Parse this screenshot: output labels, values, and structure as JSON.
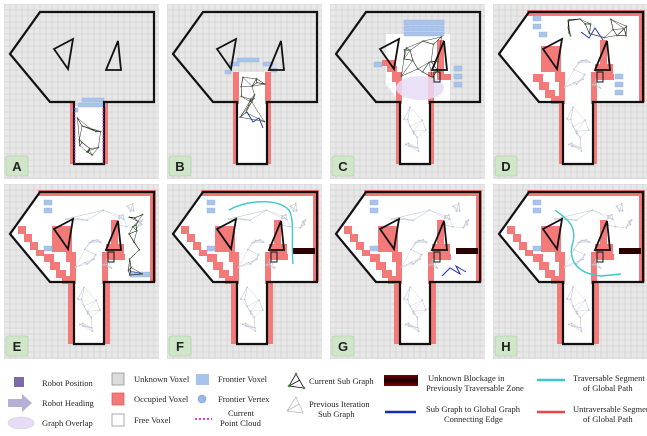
{
  "panels": [
    {
      "label": "A"
    },
    {
      "label": "B"
    },
    {
      "label": "C"
    },
    {
      "label": "D"
    },
    {
      "label": "E"
    },
    {
      "label": "F"
    },
    {
      "label": "G"
    },
    {
      "label": "H"
    }
  ],
  "legend": {
    "robot_position": "Robot Position",
    "robot_heading": "Robot Heading",
    "graph_overlap": "Graph Overlap",
    "unknown_voxel": "Unknown Voxel",
    "occupied_voxel": "Occupied Voxel",
    "free_voxel": "Free Voxel",
    "frontier_voxel": "Frontier Voxel",
    "frontier_vertex": "Frontier Vertex",
    "current_point_cloud": [
      "Current",
      "Point Cloud"
    ],
    "current_sub_graph": "Current Sub Graph",
    "previous_sub_graph": [
      "Previous Iteration",
      "Sub Graph"
    ],
    "unknown_blockage": [
      "Unknown Blockage in",
      "Previously Traversable Zone"
    ],
    "connecting_edge": [
      "Sub Graph to Global Graph",
      "Connecting Edge"
    ],
    "traversable_segment": [
      "Traversable Segment",
      "of Global Path"
    ],
    "untraversable_segment": [
      "Untraversable Segmen",
      "of Global Path"
    ]
  },
  "colors": {
    "grid_bg": "#e8e8e8",
    "grid_line": "#c9c9c9",
    "wall": "#111111",
    "occupied": "#f47a7a",
    "frontier": "#a9c4ea",
    "free": "#ffffff",
    "label_bg": "#cfe6c9",
    "traversable": "#3ec9c9",
    "untraversable": "#e8474a",
    "connecting": "#1a2ab8",
    "robot": "#7b6aa3",
    "overlap": "#e7dcf5"
  }
}
